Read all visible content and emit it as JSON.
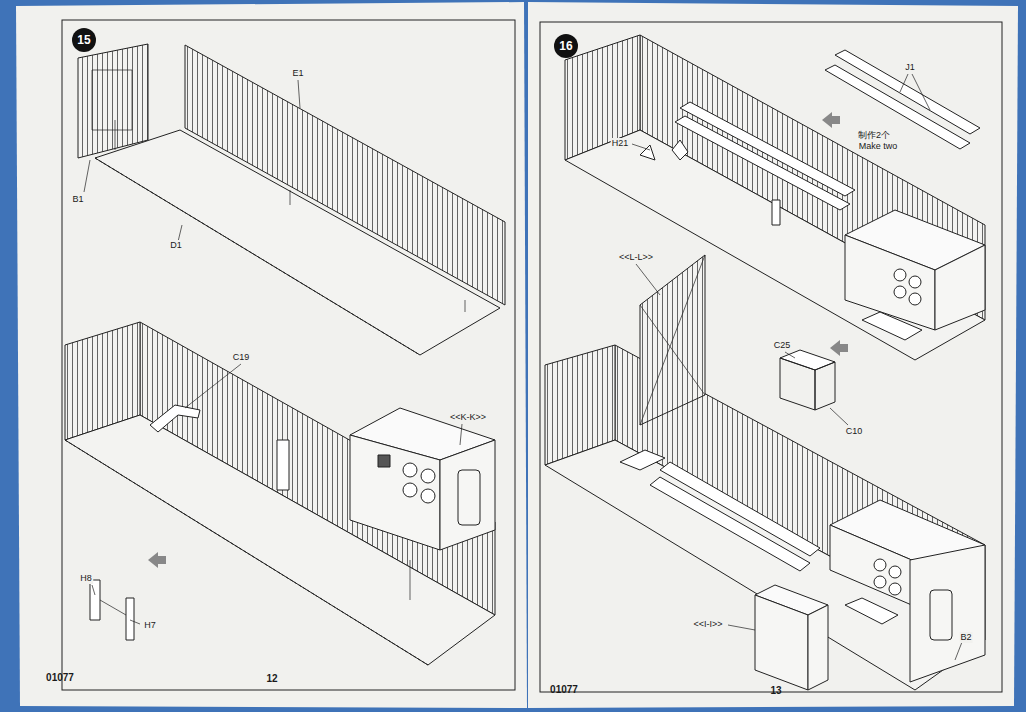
{
  "diagram": {
    "nodes": [
      {
        "text": [
          "15"
        ]
      },
      {
        "text": [
          "16"
        ]
      }
    ],
    "labels": [
      "E1",
      "B1",
      "D1",
      "C19",
      "<<K-K>>",
      "H8",
      "H7",
      "01077",
      "12",
      "J1",
      "制作2个",
      "Make two",
      "H21",
      "<<L-L>>",
      "C25",
      "C10",
      "<<I-I>>",
      "B2",
      "01077",
      "13"
    ]
  }
}
